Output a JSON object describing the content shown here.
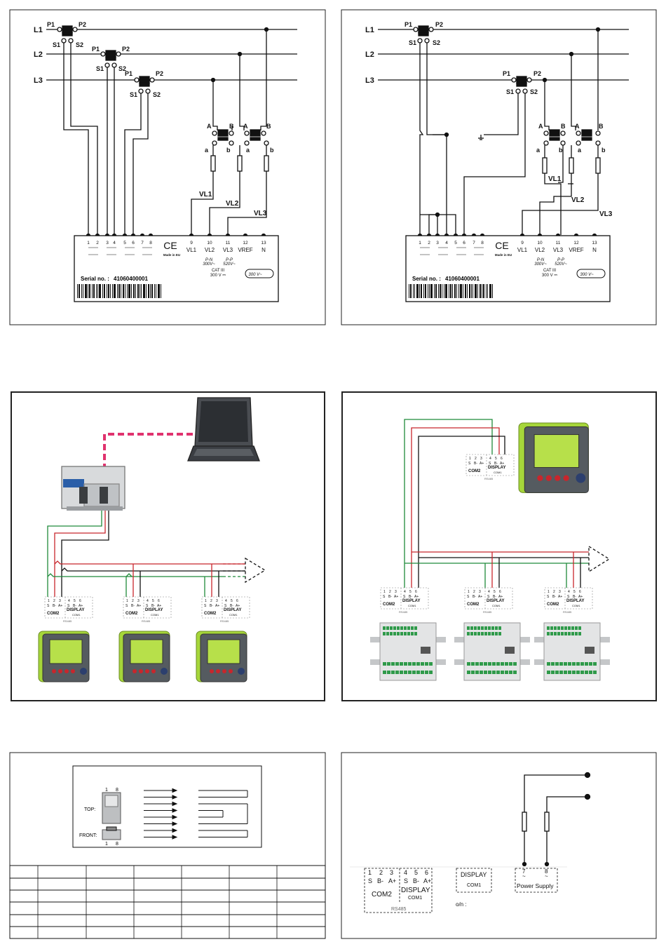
{
  "colors": {
    "line": "#111111",
    "red": "#c8262c",
    "green": "#1f8a3a",
    "pink": "#e0326e",
    "screen": "#a6d63a",
    "meter": "#555b60"
  },
  "p1": {
    "phases": [
      "L1",
      "L2",
      "L3"
    ],
    "ct": {
      "p1": "P1",
      "p2": "P2",
      "s1": "S1",
      "s2": "S2"
    },
    "vt": {
      "A": "A",
      "B": "B",
      "a": "a",
      "b": "b"
    },
    "vl": [
      "VL1",
      "VL2",
      "VL3"
    ],
    "terminal_numbers": [
      "1",
      "2",
      "3",
      "4",
      "5",
      "6",
      "7",
      "8",
      "9",
      "10",
      "11",
      "12",
      "13"
    ],
    "terminal_names": [
      "VL1",
      "VL2",
      "VL3",
      "VREF",
      "N"
    ],
    "ce": "CE",
    "made_in": "Made in EU",
    "pn": "P-N",
    "pn_v": "300V~",
    "pp": "P-P",
    "pp_v": "520V~",
    "cat": "CAT III",
    "cat_v": "300 V ⎓",
    "supply": "300 V~",
    "serial_label": "Serial no. :",
    "serial": "41060400001"
  },
  "com": {
    "nums": [
      "1",
      "2",
      "3",
      "4",
      "5",
      "6"
    ],
    "pins": [
      "S",
      "B-",
      "A+",
      "S",
      "B-",
      "A+"
    ],
    "com2": "COM2",
    "display": "DISPLAY",
    "com1": "COM1",
    "rs485": "RS485"
  },
  "p5": {
    "top": "TOP:",
    "front": "FRONT:",
    "pin1": "1",
    "pin8": "8"
  },
  "p6": {
    "display": "DISPLAY",
    "com1": "COM1",
    "on": "o/n :",
    "ps_n1": "7",
    "ps_n2": "8",
    "ps_label": "Power Supply"
  }
}
